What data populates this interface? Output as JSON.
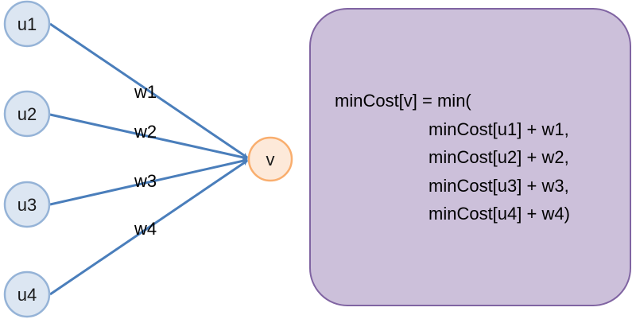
{
  "diagram": {
    "sources": [
      {
        "id": "u1",
        "label": "u1",
        "edge_weight": "w1"
      },
      {
        "id": "u2",
        "label": "u2",
        "edge_weight": "w2"
      },
      {
        "id": "u3",
        "label": "u3",
        "edge_weight": "w3"
      },
      {
        "id": "u4",
        "label": "u4",
        "edge_weight": "w4"
      }
    ],
    "target": {
      "id": "v",
      "label": "v"
    },
    "colors": {
      "source_fill": "#dce6f2",
      "source_stroke": "#95b3d7",
      "target_fill": "#fde9d9",
      "target_stroke": "#f9ae6e",
      "edge": "#4a7ebb",
      "box_fill": "#ccc0da",
      "box_stroke": "#8064a2"
    }
  },
  "formula": {
    "lines": [
      "minCost[v] = min(",
      "minCost[u1] + w1,",
      "minCost[u2] + w2,",
      "minCost[u3] + w3,",
      "minCost[u4] + w4)"
    ]
  }
}
